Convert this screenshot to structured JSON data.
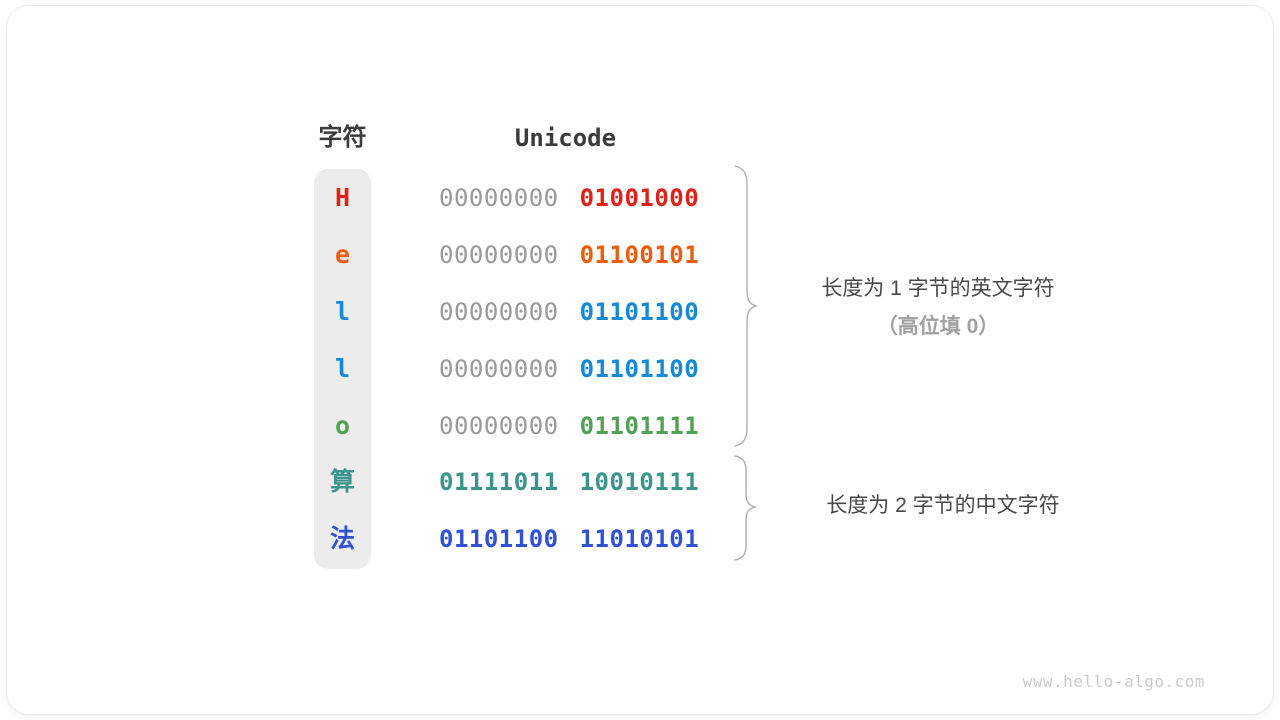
{
  "headers": {
    "char": "字符",
    "unicode": "Unicode"
  },
  "rows": [
    {
      "char": "H",
      "byte1": "00000000",
      "byte2": "01001000",
      "char_color": "#e02118",
      "byte1_color": "#999999",
      "byte2_color": "#e02118"
    },
    {
      "char": "e",
      "byte1": "00000000",
      "byte2": "01100101",
      "char_color": "#ec5c0e",
      "byte1_color": "#999999",
      "byte2_color": "#ec5c0e"
    },
    {
      "char": "l",
      "byte1": "00000000",
      "byte2": "01101100",
      "char_color": "#1688d8",
      "byte1_color": "#999999",
      "byte2_color": "#1688d8"
    },
    {
      "char": "l",
      "byte1": "00000000",
      "byte2": "01101100",
      "char_color": "#1688d8",
      "byte1_color": "#999999",
      "byte2_color": "#1688d8"
    },
    {
      "char": "o",
      "byte1": "00000000",
      "byte2": "01101111",
      "char_color": "#50a153",
      "byte1_color": "#999999",
      "byte2_color": "#50a153"
    },
    {
      "char": "算",
      "byte1": "01111011",
      "byte2": "10010111",
      "char_color": "#3a948c",
      "byte1_color": "#3a948c",
      "byte2_color": "#3a948c"
    },
    {
      "char": "法",
      "byte1": "01101100",
      "byte2": "11010101",
      "char_color": "#3150d5",
      "byte1_color": "#3150d5",
      "byte2_color": "#3150d5"
    }
  ],
  "annotations": {
    "english_line1": "长度为 1 字节的英文字符",
    "english_line2": "（高位填 0）",
    "chinese_line1": "长度为 2 字节的中文字符"
  },
  "colors": {
    "header_text": "#3b3b3b",
    "muted_byte": "#999999",
    "column_background": "#ececec",
    "brace_stroke": "#adadad",
    "annotation_text": "#484848",
    "annotation_sub_text": "#a0a0a0",
    "watermark_text": "#cbcbcb"
  },
  "watermark": "www.hello-algo.com"
}
